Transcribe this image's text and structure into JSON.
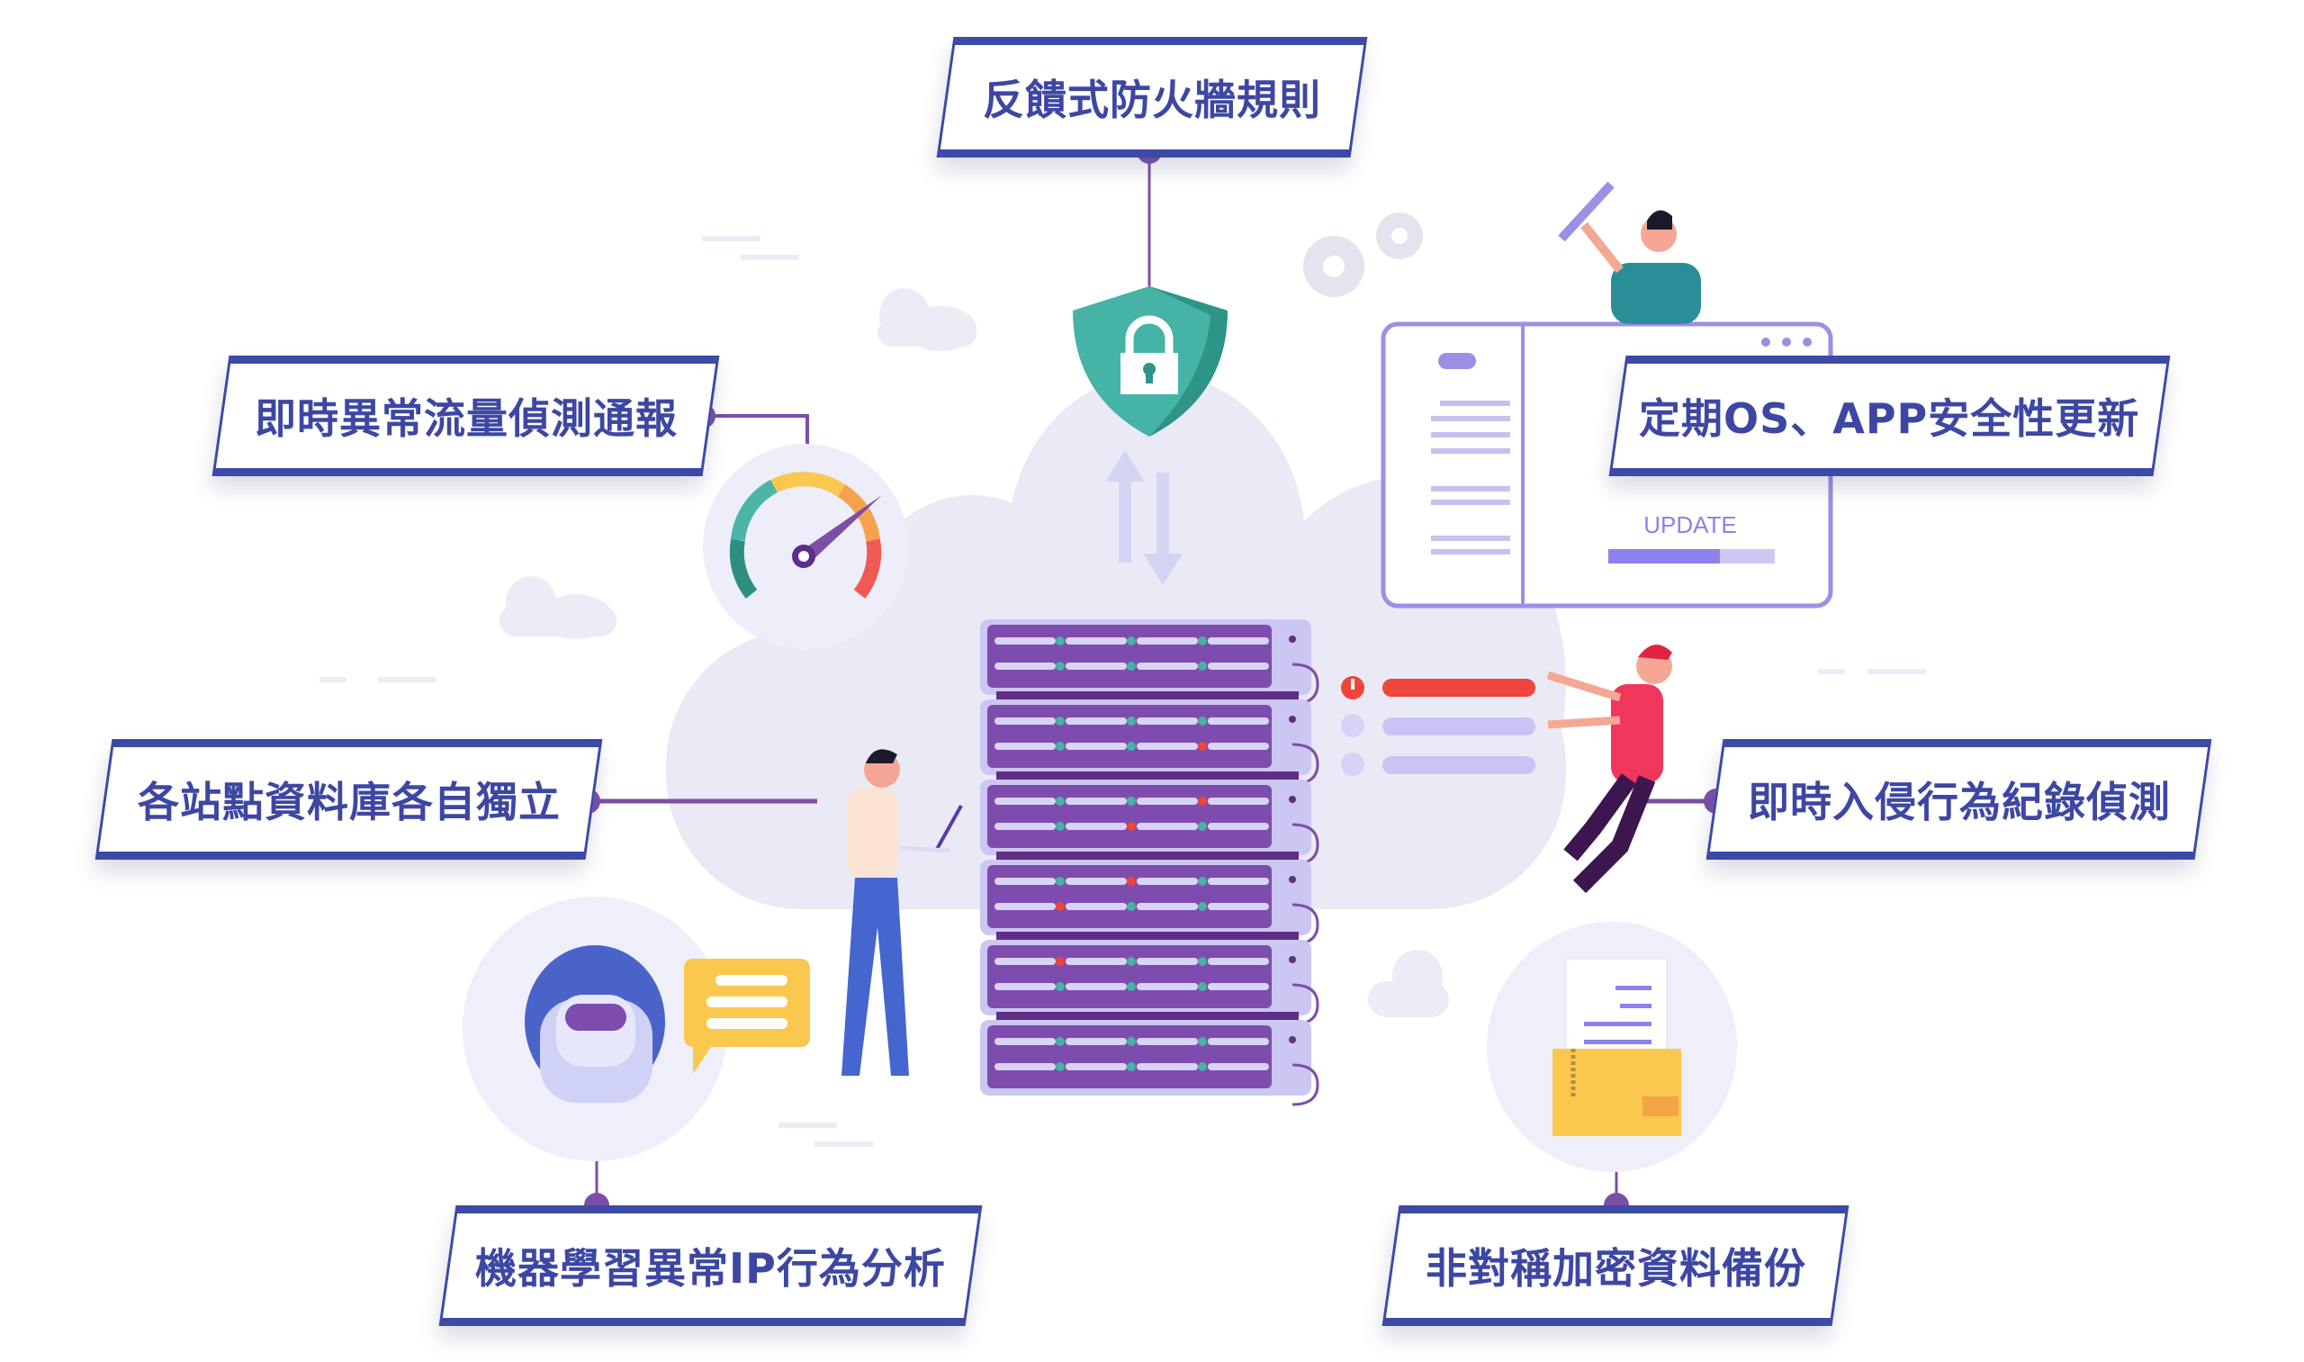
{
  "labels": {
    "firewall": "反饋式防火牆規則",
    "traffic_alert": "即時異常流量偵測通報",
    "os_update": "定期OS、APP安全性更新",
    "independent_db": "各站點資料庫各自獨立",
    "intrusion_log": "即時入侵行為紀錄偵測",
    "ml_ip_analysis": "機器學習異常IP行為分析",
    "encrypted_backup": "非對稱加密資料備份"
  },
  "update_window": {
    "button_text": "UPDATE",
    "progress": 0.67
  },
  "colors": {
    "label_text": "#3d47a3",
    "label_border": "#3d4aa6",
    "connector": "#7b4fa8",
    "server": "#7e4cae",
    "shield": "#45b3a6",
    "alert": "#f0453a"
  }
}
